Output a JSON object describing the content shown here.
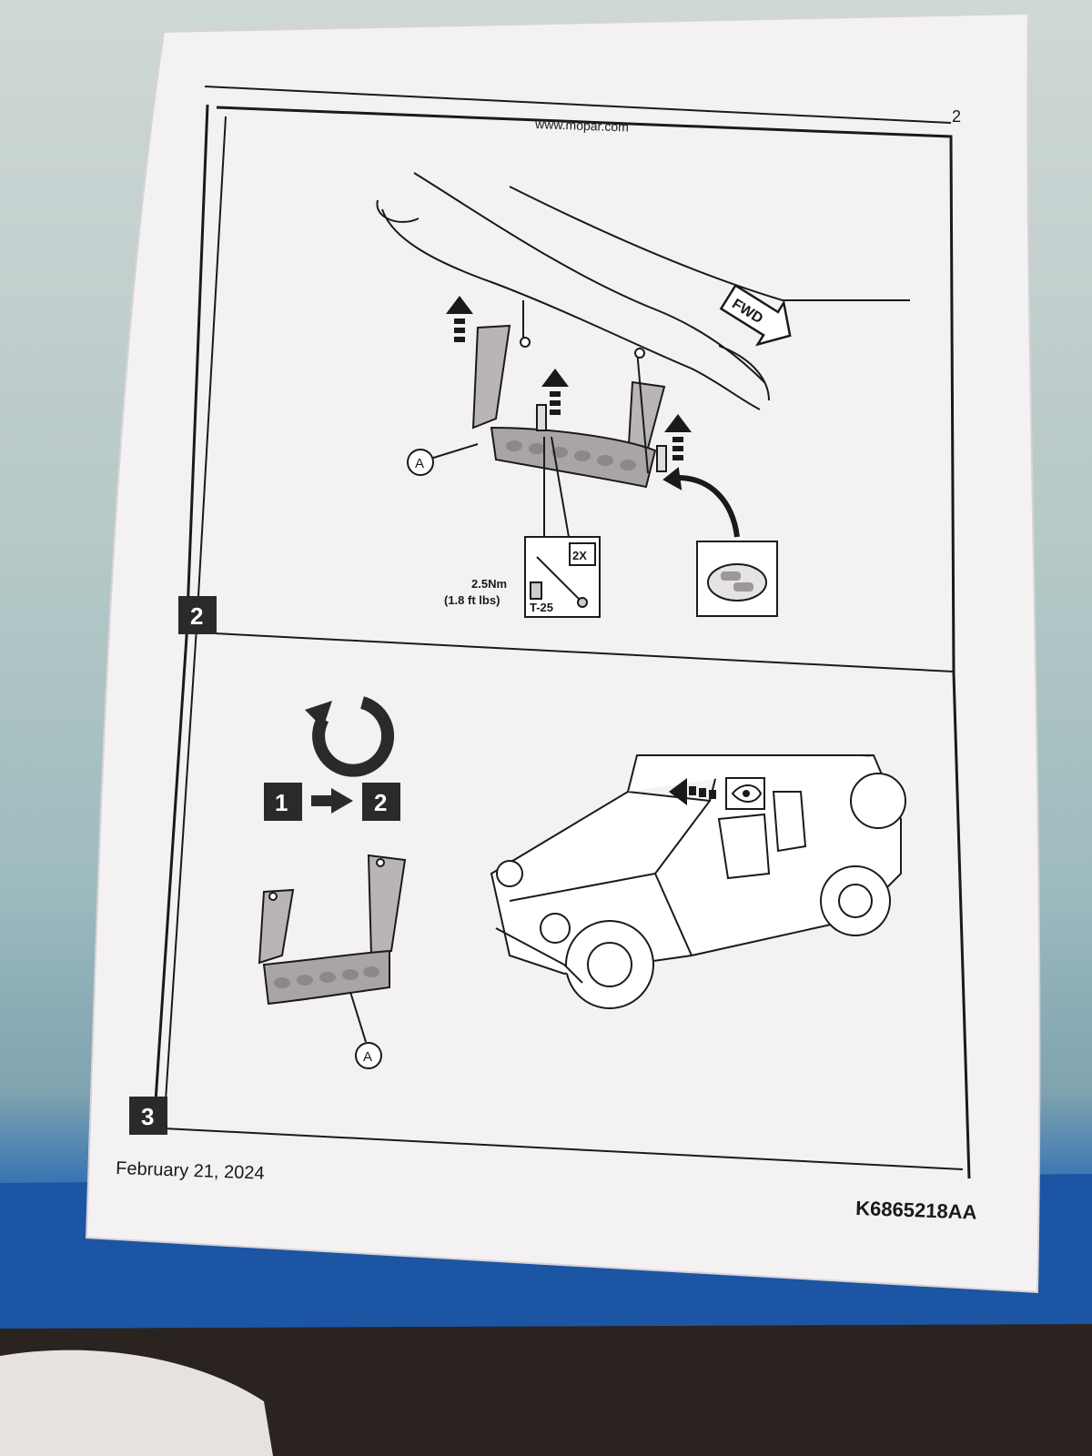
{
  "header": {
    "url": "www.mopar.com",
    "page_number": "2"
  },
  "step2": {
    "step_label": "2",
    "callout_a": "A",
    "direction_label": "FWD",
    "torque_value": "2.5Nm",
    "torque_imperial": "(1.8 ft lbs)",
    "tool": "T-25",
    "quantity": "2X"
  },
  "step3": {
    "step_label": "3",
    "sequence_from": "1",
    "sequence_to": "2",
    "callout_a": "A"
  },
  "footer": {
    "date": "February 21, 2024",
    "part_number": "K6865218AA"
  },
  "colors": {
    "paper": "#f4f1f3",
    "ink": "#1a1a1a",
    "step_box": "#2a2a2a",
    "table_blue": "#1f56a0"
  }
}
